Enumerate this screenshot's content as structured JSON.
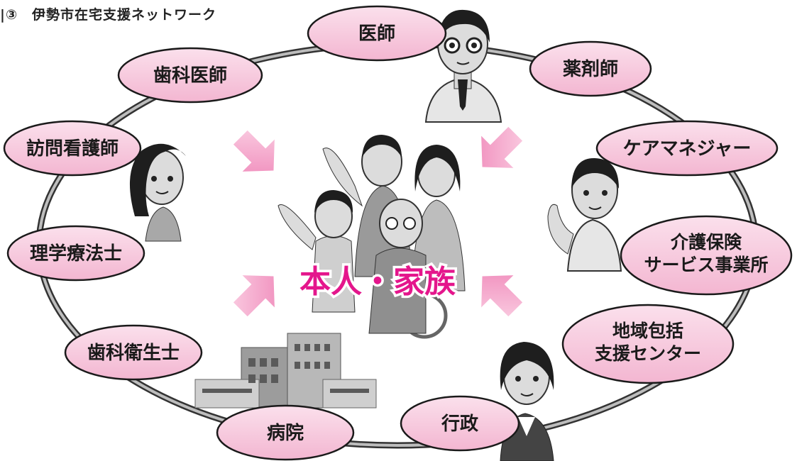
{
  "title": "|③　伊勢市在宅支援ネットワーク",
  "center_label": "本人・家族",
  "nodes": {
    "ishi": "医師",
    "yakuzaishi": "薬剤師",
    "caremanager": "ケアマネジャー",
    "kaigo": [
      "介護保険",
      "サービス事業所"
    ],
    "chiiki": [
      "地域包括",
      "支援センター"
    ],
    "gyosei": "行政",
    "byoin": "病院",
    "shika_eiseishi": "歯科衛生士",
    "rigaku": "理学療法士",
    "houmon": "訪問看護師",
    "shikaishi": "歯科医師"
  },
  "colors": {
    "bubble_fill": "#f7c6dc",
    "bubble_stroke": "#1a1a1a",
    "ring": "#555555",
    "arrow": "#f49fc8",
    "center_text": "#e4168c"
  }
}
